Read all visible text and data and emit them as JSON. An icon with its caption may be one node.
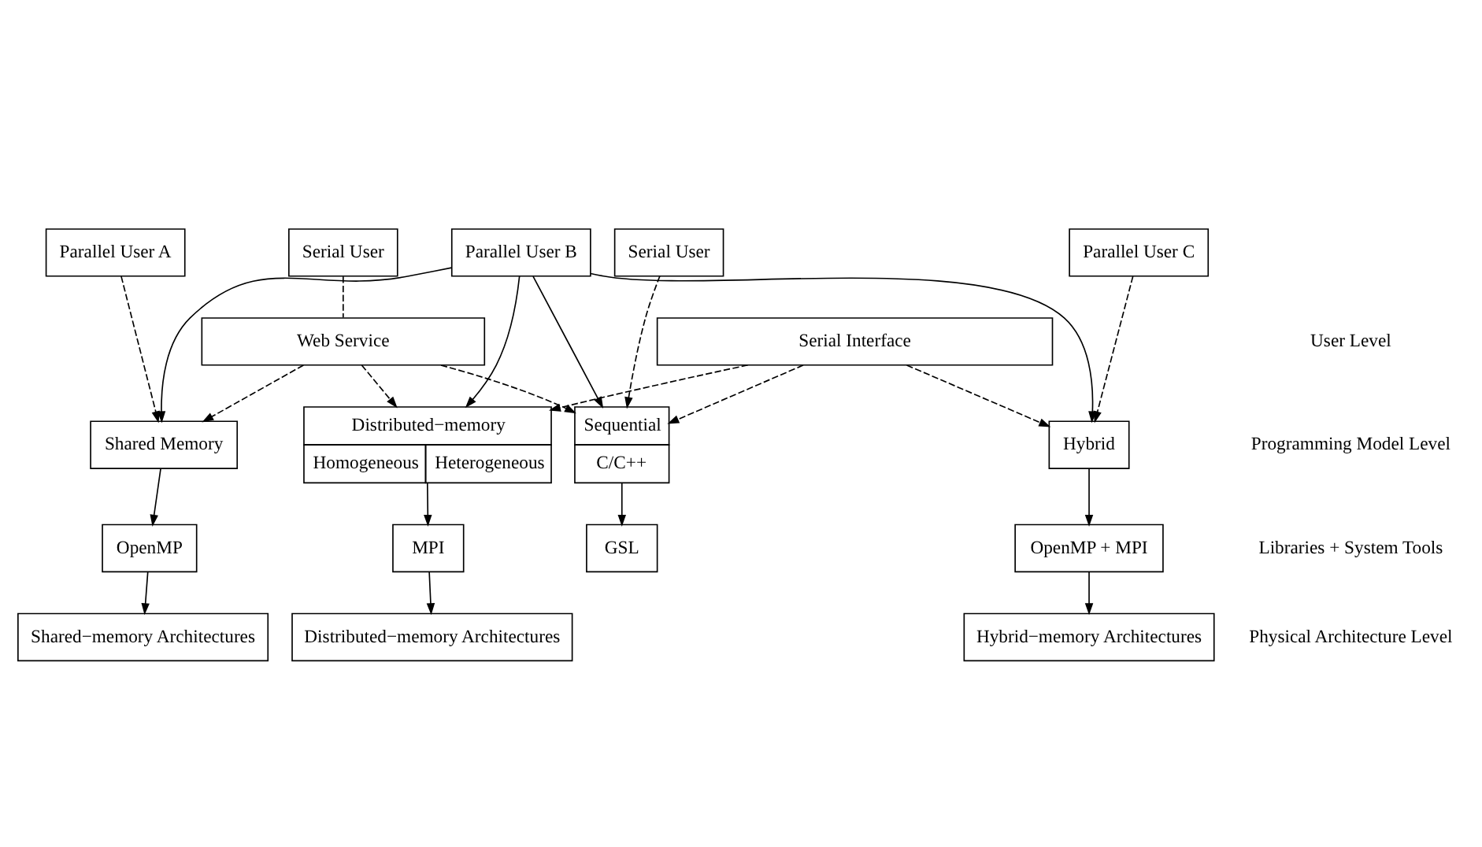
{
  "diagram": {
    "nodes": [
      {
        "text": [
          "Serial User"
        ]
      },
      {
        "text": [
          "Parallel User A"
        ]
      },
      {
        "text": [
          "Parallel User B"
        ]
      },
      {
        "text": [
          "Serial User"
        ]
      },
      {
        "text": [
          "Parallel User C"
        ]
      },
      {
        "text": [
          "Serial Interface"
        ]
      },
      {
        "text": [
          "Web Service"
        ]
      },
      {
        "text": [
          "Sequential",
          "C/C++"
        ]
      },
      {
        "text": [
          "Shared Memory"
        ]
      },
      {
        "text": [
          "Distributed−memory",
          "Homogeneous",
          "Heterogeneous"
        ]
      },
      {
        "text": [
          "Hybrid"
        ]
      },
      {
        "text": [
          "GSL"
        ]
      },
      {
        "text": [
          "OpenMP"
        ]
      },
      {
        "text": [
          "MPI"
        ]
      },
      {
        "text": [
          "OpenMP + MPI"
        ]
      },
      {
        "text": [
          "Shared−memory Architectures"
        ]
      },
      {
        "text": [
          "Distributed−memory Architectures"
        ]
      },
      {
        "text": [
          "Hybrid−memory Architectures"
        ]
      }
    ],
    "edges": [
      {
        "from": 0,
        "to": 7,
        "arrow": "to",
        "style": "dashed"
      },
      {
        "from": 1,
        "to": 8,
        "arrow": "to",
        "style": "dashed"
      },
      {
        "from": 2,
        "to": 7,
        "arrow": "to"
      },
      {
        "from": 2,
        "to": 8,
        "arrow": "to"
      },
      {
        "from": 2,
        "to": 9,
        "arrow": "to"
      },
      {
        "from": 2,
        "to": 10,
        "arrow": "to"
      },
      {
        "from": 3,
        "to": 6,
        "arrow": "none",
        "style": "dashed"
      },
      {
        "from": 4,
        "to": 10,
        "arrow": "to",
        "style": "dashed"
      },
      {
        "from": 5,
        "to": 7,
        "arrow": "to",
        "style": "dashed"
      },
      {
        "from": 5,
        "to": 9,
        "arrow": "to",
        "style": "dashed"
      },
      {
        "from": 5,
        "to": 10,
        "arrow": "to",
        "style": "dashed"
      },
      {
        "from": 6,
        "to": 7,
        "arrow": "to",
        "style": "dashed"
      },
      {
        "from": 6,
        "to": 8,
        "arrow": "to",
        "style": "dashed"
      },
      {
        "from": 6,
        "to": 9,
        "arrow": "to",
        "style": "dashed"
      },
      {
        "from": 7,
        "to": 11,
        "arrow": "to"
      },
      {
        "from": 8,
        "to": 12,
        "arrow": "to"
      },
      {
        "from": 9,
        "to": 13,
        "arrow": "to"
      },
      {
        "from": 10,
        "to": 14,
        "arrow": "to"
      },
      {
        "from": 12,
        "to": 15,
        "arrow": "to"
      },
      {
        "from": 13,
        "to": 16,
        "arrow": "to"
      },
      {
        "from": 14,
        "to": 17,
        "arrow": "to"
      }
    ],
    "labels": [
      "User Level",
      "Programming Model Level",
      "Libraries + System Tools",
      "Physical Architecture Level"
    ]
  }
}
